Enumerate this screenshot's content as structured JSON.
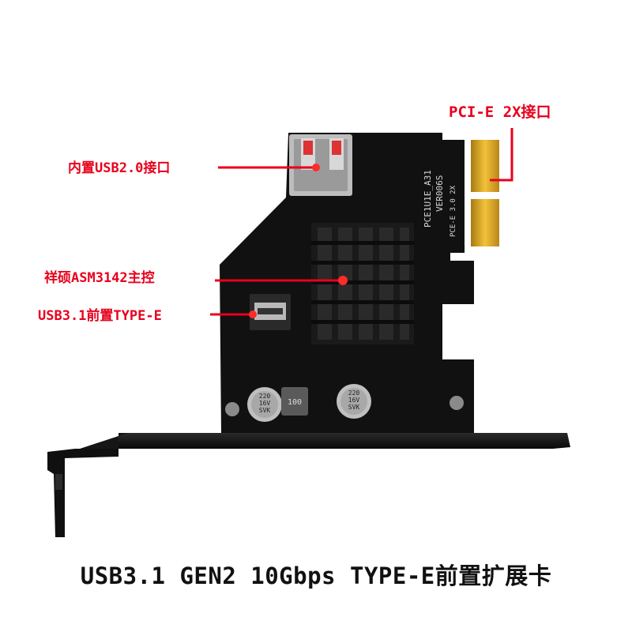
{
  "callouts": {
    "pcie": "PCI-E 2X接口",
    "usb2": "内置USB2.0接口",
    "controller": "祥硕ASM3142主控",
    "typee": "USB3.1前置TYPE-E"
  },
  "board_print": {
    "model": "PCE1U1E_A31",
    "version": "VER006S",
    "pcie": "PCE-E 3.0 2X",
    "cap_left": [
      "220",
      "16V",
      "SVK"
    ],
    "cap_right": [
      "220",
      "16V",
      "SVK"
    ],
    "inductor": "100"
  },
  "caption": "USB3.1 GEN2 10Gbps TYPE-E前置扩展卡",
  "colors": {
    "callout_red": "#e8001c",
    "pcb_black": "#111111",
    "gold_contacts": "#d9a520",
    "heatsink": "#1a1a1a",
    "bracket": "#141414"
  }
}
